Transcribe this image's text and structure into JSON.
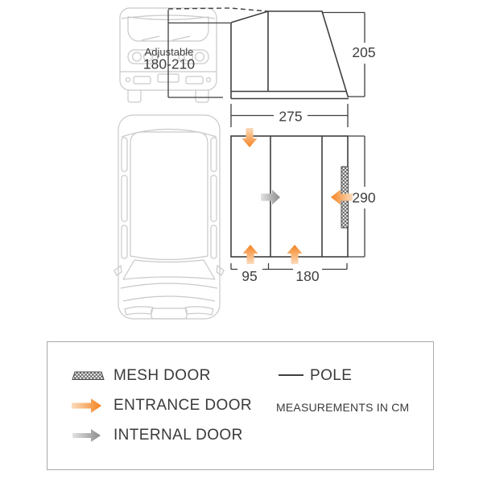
{
  "colors": {
    "accent_orange": "#F5821F",
    "arrow_gray": "#8C8C8C",
    "diagram_line": "#3F3F3F",
    "van_outline": "#C9C9C9"
  },
  "van_front_view": {
    "adjustable_label": "Adjustable",
    "adjustable_range": "180-210"
  },
  "awning_side_view": {
    "height_cm": "205",
    "width_cm": "275"
  },
  "awning_floor_plan": {
    "depth_cm": "290",
    "left_section_cm": "95",
    "right_section_cm": "180"
  },
  "legend": {
    "mesh_door_label": "MESH DOOR",
    "entrance_door_label": "ENTRANCE DOOR",
    "internal_door_label": "INTERNAL DOOR",
    "pole_label": "POLE",
    "measurements_note": "MEASUREMENTS IN CM"
  }
}
